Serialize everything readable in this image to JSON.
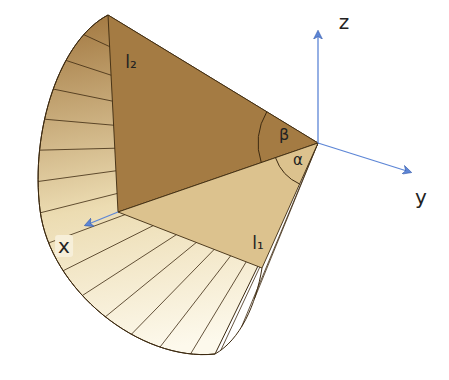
{
  "diagram": {
    "labels": [
      "z",
      "y",
      "x",
      "l₂",
      "β",
      "α",
      "l₁"
    ]
  }
}
